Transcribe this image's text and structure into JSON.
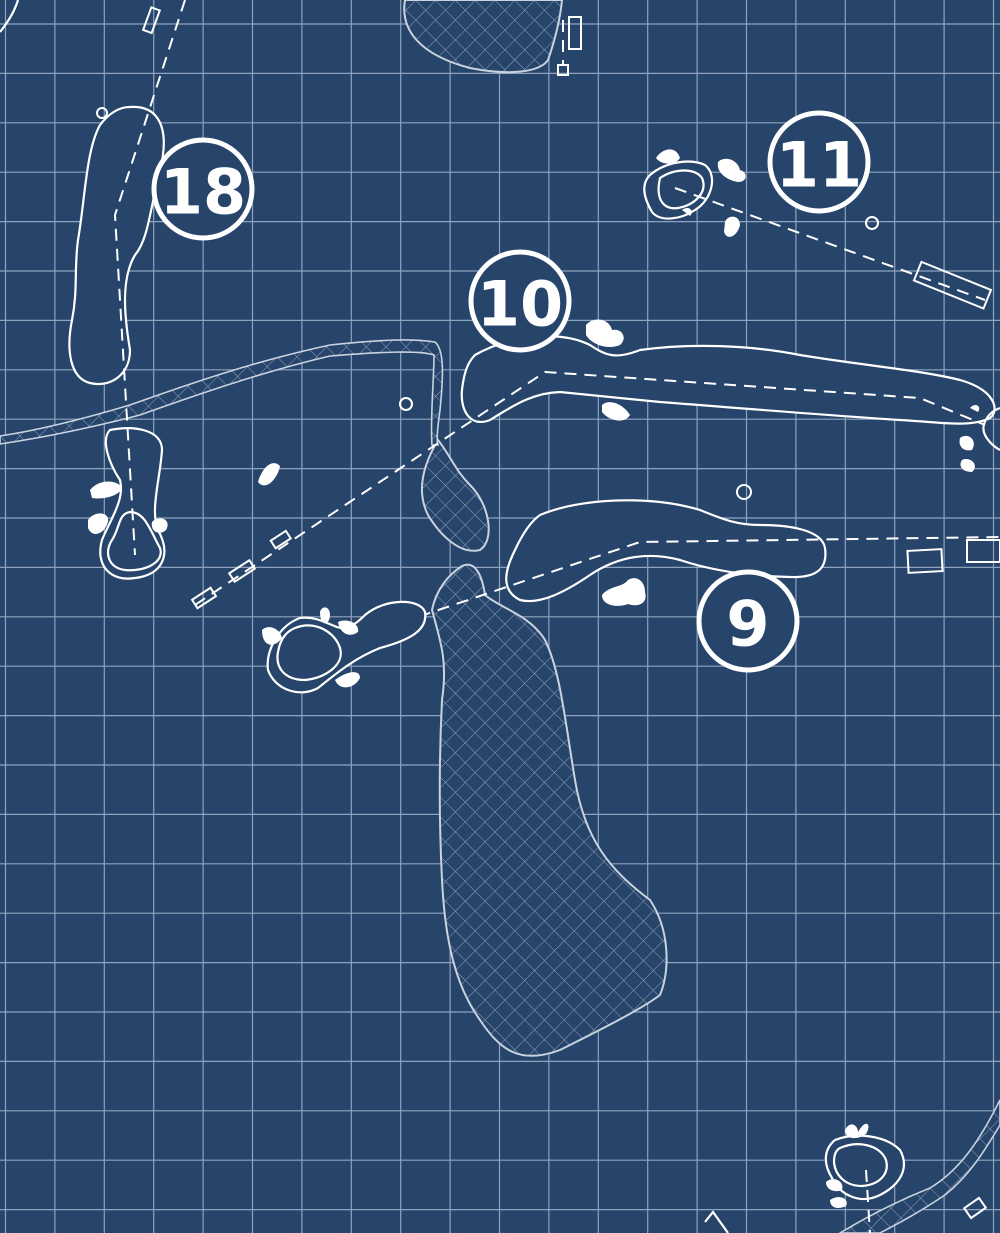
{
  "map": {
    "colors": {
      "background": "#27446a",
      "lines": "#ffffff",
      "grid": "#8fa3bf"
    },
    "holes": [
      {
        "number": "18"
      },
      {
        "number": "10"
      },
      {
        "number": "11"
      },
      {
        "number": "9"
      }
    ]
  }
}
